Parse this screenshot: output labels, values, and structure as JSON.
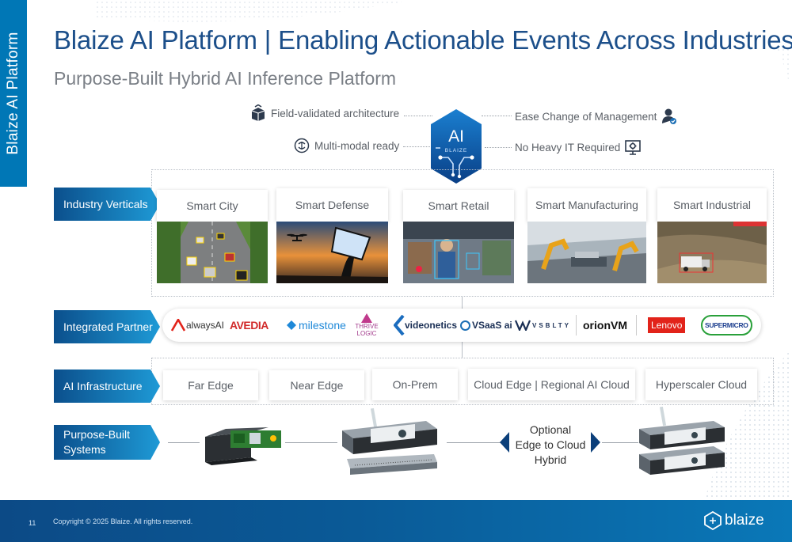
{
  "sidebar_title": "Blaize AI Platform",
  "title": "Blaize AI Platform | Enabling Actionable Events Across Industries",
  "subtitle": "Purpose-Built Hybrid AI Inference Platform",
  "features": {
    "left": [
      "Field-validated architecture",
      "Multi-modal ready"
    ],
    "right": [
      "Ease Change of Management",
      "No Heavy IT Required"
    ]
  },
  "hub": {
    "main": "AI",
    "sub": "BLAIZE"
  },
  "rows": {
    "verticals": "Industry Verticals",
    "partners": "Integrated Partner",
    "infrastructure": "AI Infrastructure",
    "systems": "Purpose-Built Systems"
  },
  "verticals": [
    "Smart City",
    "Smart Defense",
    "Smart Retail",
    "Smart Manufacturing",
    "Smart Industrial"
  ],
  "partner_logos": [
    "alwaysAI",
    "AVEDIA",
    "milestone",
    "THRIVE LOGIC",
    "videonetics",
    "VSaaS ai",
    "VSBLTY",
    "orionVM",
    "Lenovo",
    "SUPERMICRO"
  ],
  "infrastructure": [
    "Far Edge",
    "Near Edge",
    "On-Prem",
    "Cloud Edge | Regional AI Cloud",
    "Hyperscaler Cloud"
  ],
  "hybrid_note": "Optional Edge to Cloud Hybrid",
  "hybrid_lines": [
    "Optional",
    "Edge to Cloud",
    "Hybrid"
  ],
  "footer": {
    "page_number": "11",
    "copyright": "Copyright © 2025 Blaize. All rights reserved.",
    "brand": "blaize"
  },
  "colors": {
    "primary_blue": "#0077b6",
    "title_blue": "#1c4f8a",
    "label_gradient_start": "#0b4f8c",
    "label_gradient_end": "#1e9ad6",
    "lenovo_red": "#e2231a"
  }
}
